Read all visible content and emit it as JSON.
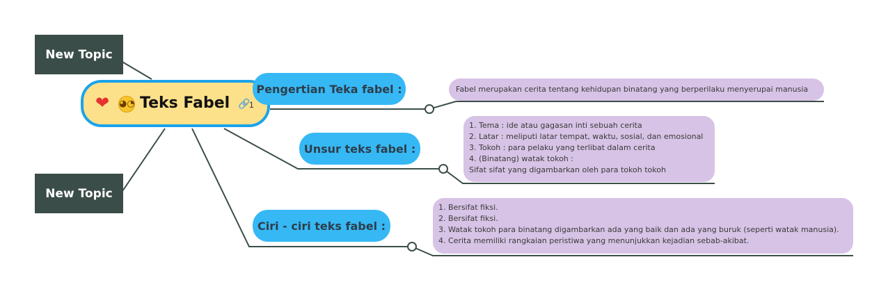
{
  "central": {
    "title": "Teks Fabel",
    "icons": [
      "heart-emoji",
      "grinning-emoji",
      "link-icon"
    ],
    "link_count": "1"
  },
  "side_topics": [
    {
      "label": "New Topic"
    },
    {
      "label": "New Topic"
    }
  ],
  "branches": [
    {
      "label": "Pengertian Teka fabel :",
      "note_lines": [
        "Fabel merupakan cerita tentang kehidupan binatang yang berperilaku menyerupai manusia"
      ]
    },
    {
      "label": "Unsur teks fabel :",
      "note_lines": [
        "1. Tema : ide atau gagasan inti sebuah cerita",
        "2. Latar : meliputi latar tempat, waktu, sosial, dan emosional",
        "3. Tokoh : para pelaku yang terlibat dalam cerita",
        "4. (Binatang) watak tokoh :",
        "Sifat sifat yang digambarkan oleh para tokoh tokoh"
      ]
    },
    {
      "label": "Ciri - ciri teks fabel :",
      "note_lines": [
        "1. Bersifat fiksi.",
        "2. Bersifat fiksi.",
        "3. Watak tokoh para binatang digambarkan ada yang baik dan ada yang buruk (seperti watak manusia).",
        "4. Cerita memiliki rangkaian peristiwa yang menunjukkan kejadian sebab-akibat."
      ]
    }
  ],
  "colors": {
    "central_fill": "#fde18a",
    "central_border": "#1ba3ea",
    "branch_fill": "#36b8f5",
    "note_fill": "#d7c3e6",
    "side_topic_fill": "#3b4d48",
    "connector": "#3b4d48"
  }
}
